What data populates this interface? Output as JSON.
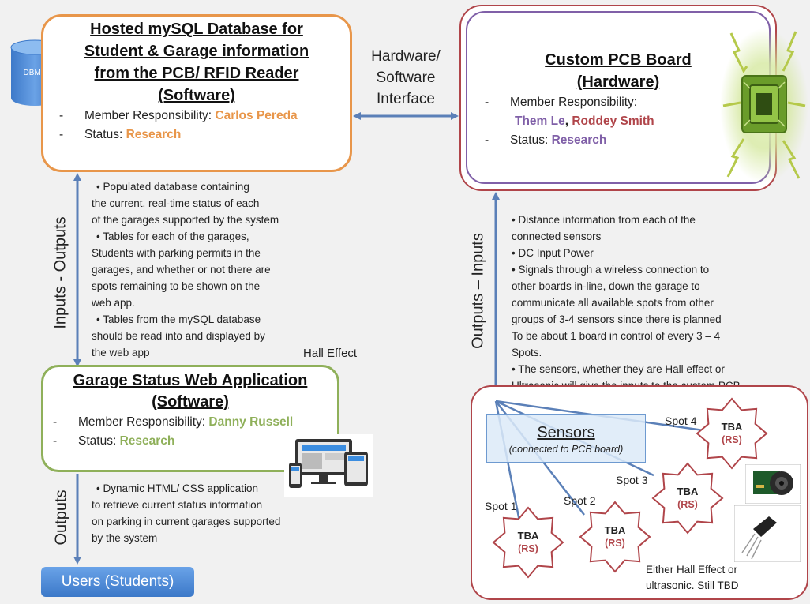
{
  "database_box": {
    "title_lines": [
      "Hosted mySQL Database for",
      "Student & Garage information",
      "from the PCB/ RFID Reader",
      "(Software)"
    ],
    "responsibility_label": "Member Responsibility:",
    "responsibility_name": "Carlos Pereda",
    "status_label": "Status:",
    "status_value": "Research",
    "dbms_label": "DBMS"
  },
  "interface_label": [
    "Hardware/",
    "Software",
    "Interface"
  ],
  "pcb_box": {
    "title_lines": [
      "Custom PCB Board",
      "(Hardware)"
    ],
    "responsibility_label": "Member Responsibility:",
    "responsibility_name_1": "Them Le",
    "separator": ",",
    "responsibility_name_2": "Roddey Smith",
    "status_label": "Status:",
    "status_value": "Research"
  },
  "db_web_link_label": "Inputs - Outputs",
  "db_notes": [
    "•  Populated database containing",
    "the current, real-time status of each",
    "of the garages supported by the system",
    "•  Tables for each of the garages,",
    "Students with parking permits in the",
    "garages, and whether or not there are",
    "spots remaining to be shown on the",
    "web app.",
    "•  Tables from the mySQL database",
    "should be read into and displayed by",
    "the web app"
  ],
  "hall_effect_label": "Hall Effect",
  "pcb_link_label": "Outputs – Inputs",
  "pcb_notes": [
    "•  Distance information from each of the",
    "connected sensors",
    "•  DC Input Power",
    "•  Signals through a wireless connection to",
    "other boards in-line, down the garage to",
    "communicate all available spots from other",
    "groups of 3-4 sensors since there is planned",
    "To be about 1 board in control of every 3 – 4",
    "Spots.",
    "•  The sensors, whether they are Hall effect or",
    "Ultrasonic will give the inputs to the custom PCB"
  ],
  "web_box": {
    "title_lines": [
      "Garage Status Web Application",
      "(Software)"
    ],
    "responsibility_label": "Member Responsibility:",
    "responsibility_name": "Danny Russell",
    "status_label": "Status:",
    "status_value": "Research"
  },
  "outputs_label": "Outputs",
  "web_notes": [
    "•  Dynamic HTML/ CSS application",
    "to retrieve current status information",
    "on parking in current garages supported",
    "by the system"
  ],
  "users_label": "Users (Students)",
  "sensors": {
    "title": "Sensors",
    "subtitle": "(connected to PCB board)",
    "spots": [
      {
        "label": "Spot 1",
        "value": "TBA",
        "owner": "(RS)"
      },
      {
        "label": "Spot 2",
        "value": "TBA",
        "owner": "(RS)"
      },
      {
        "label": "Spot 3",
        "value": "TBA",
        "owner": "(RS)"
      },
      {
        "label": "Spot 4",
        "value": "TBA",
        "owner": "(RS)"
      }
    ],
    "caption": [
      "Either Hall Effect or",
      "ultrasonic. Still TBD"
    ]
  },
  "colors": {
    "orange": "#e8964a",
    "green": "#8fb05a",
    "purple": "#8060a8",
    "red": "#b0454a",
    "arrow_blue": "#5b80b8"
  }
}
